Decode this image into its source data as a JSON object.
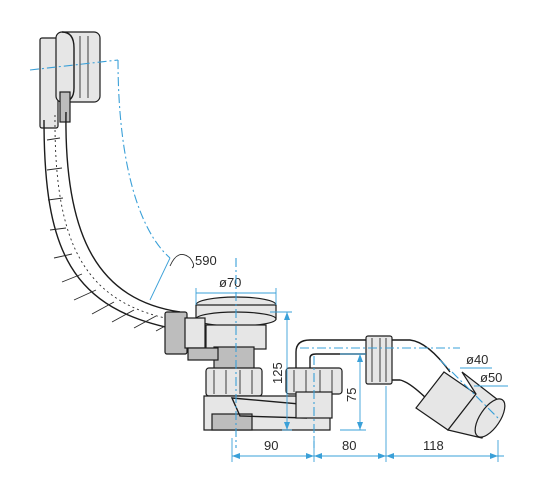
{
  "dimensions": {
    "hose_radius": "590",
    "waste_diameter": "ø70",
    "height_total": "125",
    "height_trap": "75",
    "width_1": "90",
    "width_2": "80",
    "width_3": "118",
    "outlet_inner": "ø40",
    "outlet_outer": "ø50"
  },
  "colors": {
    "dimension_lines": "#3aa0d8",
    "outline": "#1c1c1c"
  }
}
